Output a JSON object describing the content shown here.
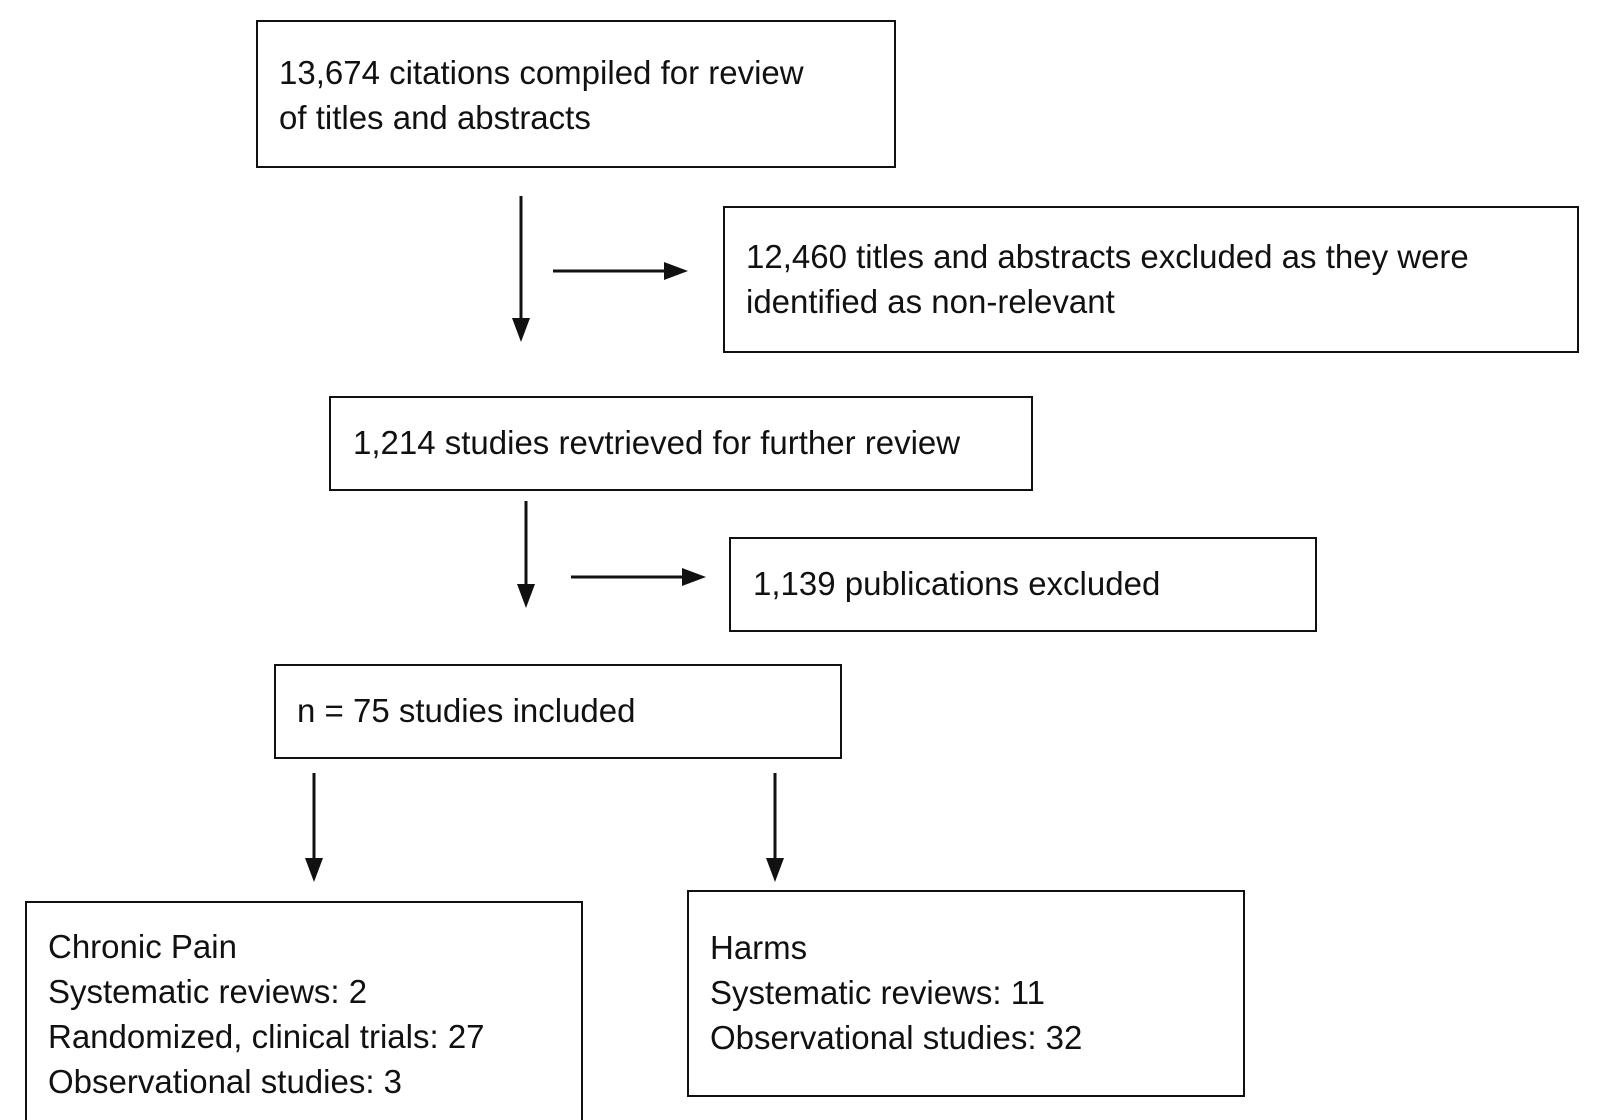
{
  "boxes": {
    "citations": {
      "lines": [
        "13,674 citations compiled for review",
        "of titles and abstracts"
      ]
    },
    "excluded_titles": {
      "lines": [
        "12,460 titles and abstracts excluded as they were",
        "identified as non-relevant"
      ]
    },
    "retrieved": {
      "lines": [
        "1,214 studies revtrieved for further review"
      ]
    },
    "excluded_pubs": {
      "lines": [
        "1,139 publications excluded"
      ]
    },
    "included": {
      "lines": [
        "n = 75 studies included"
      ]
    },
    "chronic_pain": {
      "lines": [
        "Chronic Pain",
        "Systematic reviews: 2",
        "Randomized, clinical trials: 27",
        "Observational studies: 3"
      ]
    },
    "harms": {
      "lines": [
        "Harms",
        "Systematic reviews: 11",
        "Observational studies: 32"
      ]
    }
  },
  "colors": {
    "stroke": "#111111",
    "background": "#ffffff"
  }
}
